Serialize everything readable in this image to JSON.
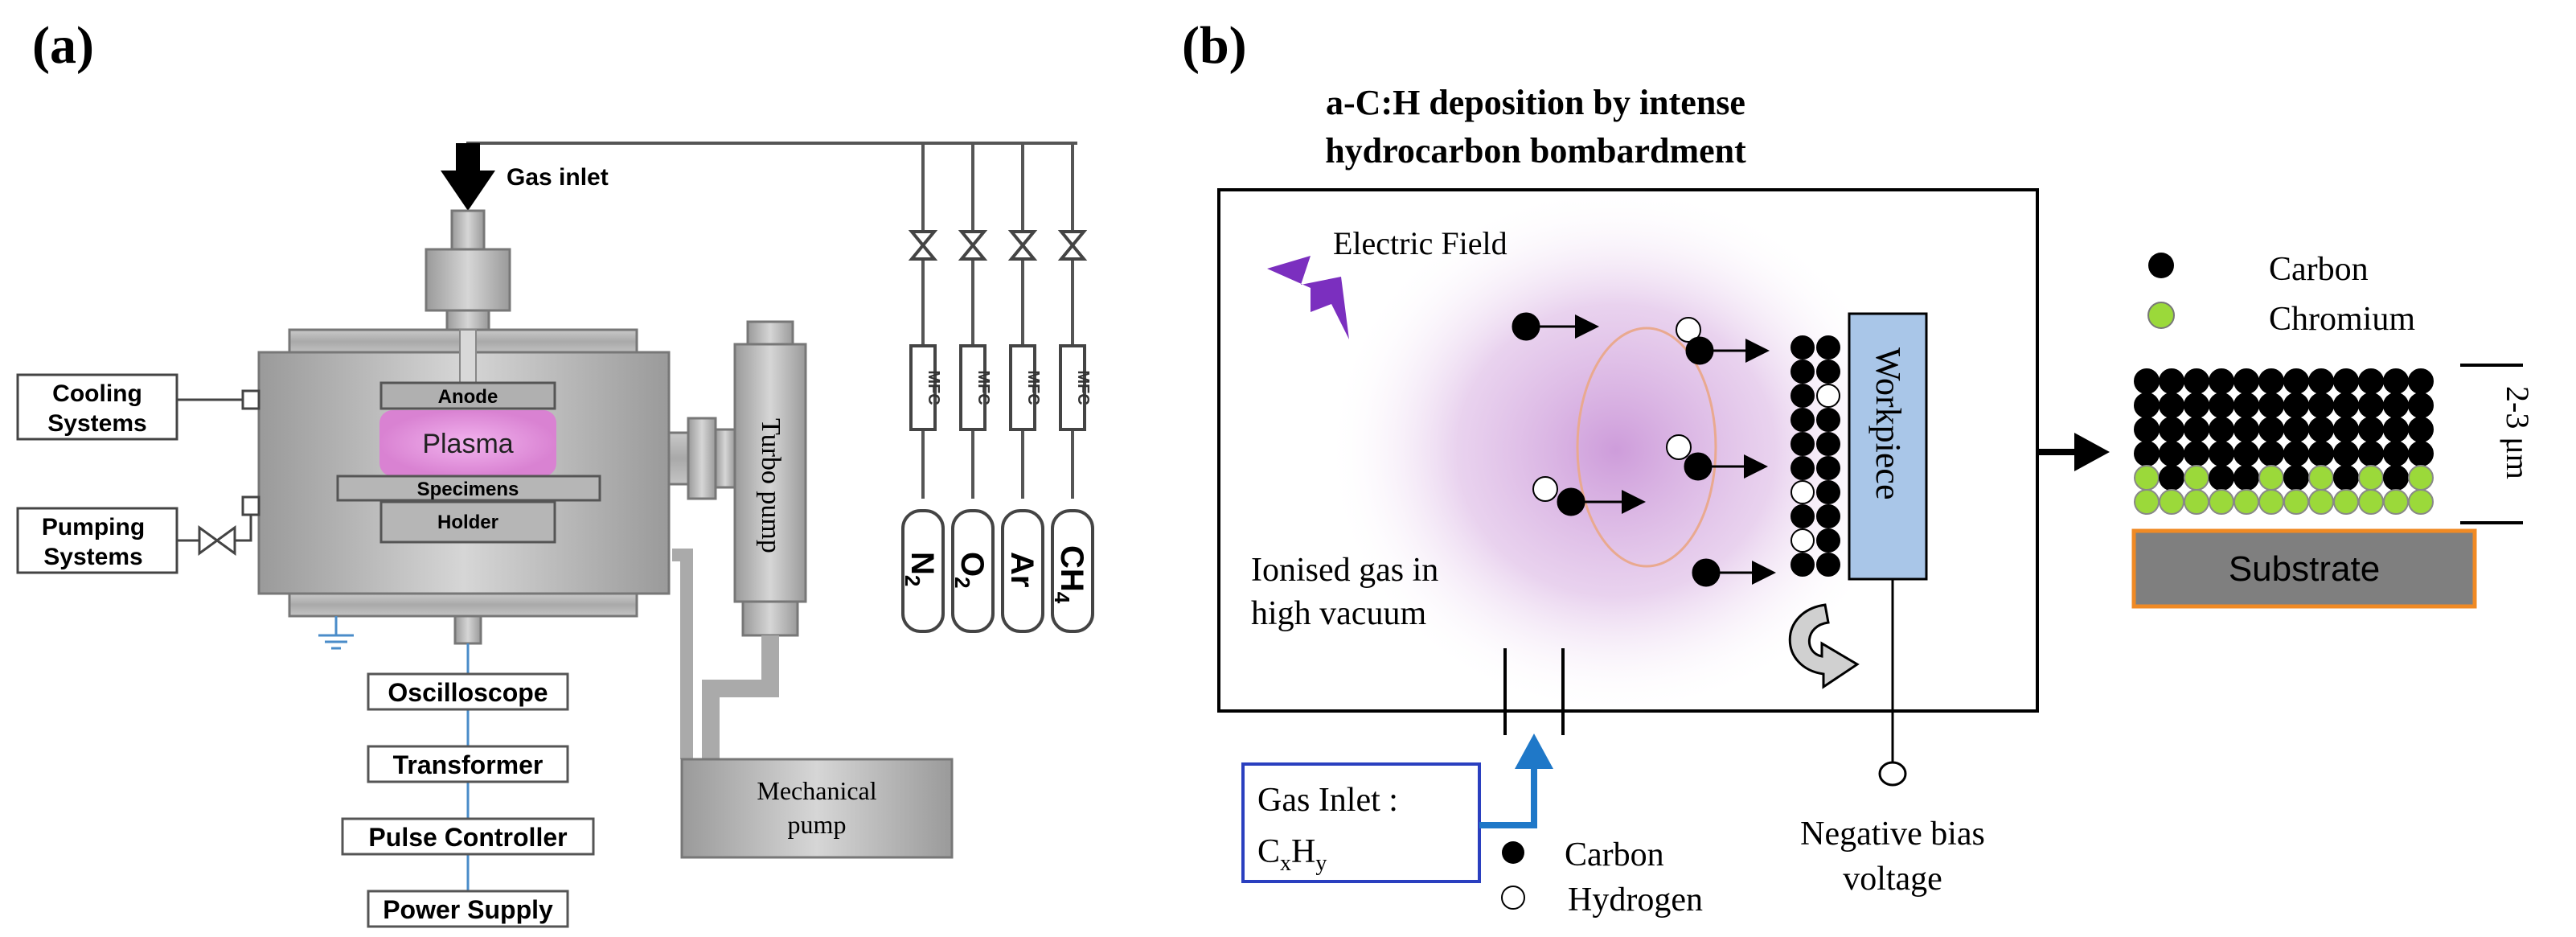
{
  "panel_a": {
    "label": "(a)",
    "gas_inlet": "Gas inlet",
    "cooling": [
      "Cooling",
      "Systems"
    ],
    "pumping": [
      "Pumping",
      "Systems"
    ],
    "anode": "Anode",
    "plasma": "Plasma",
    "specimens": "Specimens",
    "holder": "Holder",
    "turbo_pump": "Turbo pump",
    "mechanical_pump": [
      "Mechanical",
      "pump"
    ],
    "mfc": [
      "MFC",
      "MFC",
      "MFC",
      "MFC"
    ],
    "gases": [
      {
        "main": "N",
        "sub": "2"
      },
      {
        "main": "O",
        "sub": "2"
      },
      {
        "main": "Ar",
        "sub": ""
      },
      {
        "main": "CH",
        "sub": "4"
      }
    ],
    "chain": [
      "Oscilloscope",
      "Transformer",
      "Pulse Controller",
      "Power Supply"
    ],
    "colors": {
      "plasma": "#e59ee0",
      "gray": "#b3b3b3",
      "wire": "#4a8cc9"
    }
  },
  "panel_b": {
    "label": "(b)",
    "title": [
      "a-C:H deposition by intense",
      "hydrocarbon bombardment"
    ],
    "electric_field": "Electric Field",
    "workpiece": "Workpiece",
    "ionised": [
      "Ionised gas in",
      "high vacuum"
    ],
    "gas_inlet": {
      "text": "Gas Inlet :",
      "c": "C",
      "x": "x",
      "h": "H",
      "y": "y"
    },
    "legend": [
      "Carbon",
      "Hydrogen"
    ],
    "bias": [
      "Negative bias",
      "voltage"
    ],
    "coating_legend": [
      "Carbon",
      "Chromium"
    ],
    "thickness": "2-3 μm",
    "substrate": "Substrate",
    "colors": {
      "plasma": "#c58bd4",
      "workpiece": "#a9c6e8",
      "inlet_box": "#2a3fbf",
      "arrow": "#1f78c8",
      "lightning": "#7b2fbf",
      "chromium": "#9bd93a",
      "substrate": "#7f7f7f",
      "substrate_border": "#f08a24"
    }
  }
}
